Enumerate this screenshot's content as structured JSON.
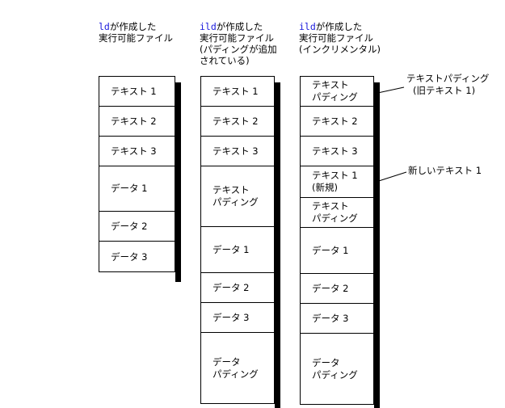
{
  "columns": [
    {
      "tool": "ld",
      "title": "が作成した",
      "lines": [
        "実行可能ファイル"
      ],
      "rows": [
        [
          "テキスト 1"
        ],
        [
          "テキスト 2"
        ],
        [
          "テキスト 3"
        ],
        [
          "データ 1"
        ],
        [
          "データ 2"
        ],
        [
          "データ 3"
        ]
      ]
    },
    {
      "tool": "ild",
      "title": "が作成した",
      "lines": [
        "実行可能ファイル",
        "(パディングが追加",
        "されている)"
      ],
      "rows": [
        [
          "テキスト 1"
        ],
        [
          "テキスト 2"
        ],
        [
          "テキスト 3"
        ],
        [
          "テキスト",
          "パディング"
        ],
        [
          "データ 1"
        ],
        [
          "データ 2"
        ],
        [
          "データ 3"
        ],
        [
          "データ",
          "パディング"
        ]
      ]
    },
    {
      "tool": "ild",
      "title": "が作成した",
      "lines": [
        "実行可能ファイル",
        "(インクリメンタル)"
      ],
      "rows": [
        [
          "テキスト",
          "パディング"
        ],
        [
          "テキスト 2"
        ],
        [
          "テキスト 3"
        ],
        [
          "テキスト 1",
          "(新規)"
        ],
        [
          "テキスト",
          "パディング"
        ],
        [
          "データ 1"
        ],
        [
          "データ 2"
        ],
        [
          "データ 3"
        ],
        [
          "データ",
          "パディング"
        ]
      ]
    }
  ],
  "annotations": {
    "padding": [
      "テキストパディング",
      "(旧テキスト 1)"
    ],
    "new_text": "新しいテキスト 1"
  }
}
